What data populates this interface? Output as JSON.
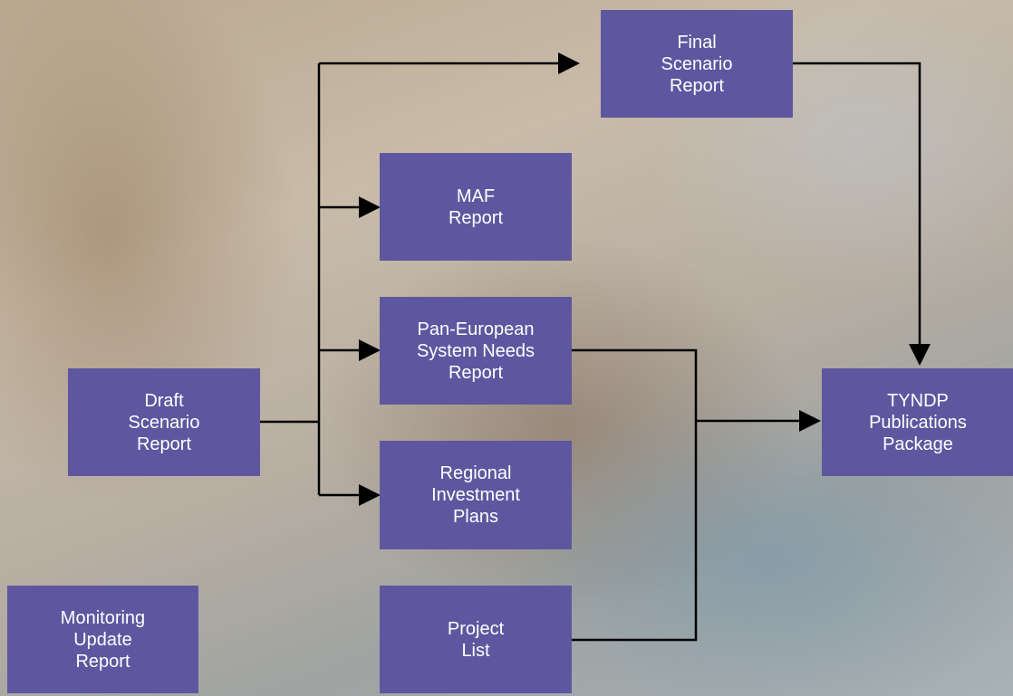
{
  "nodes": {
    "final_scenario": "Final\nScenario\nReport",
    "maf": "MAF\nReport",
    "pan_european": "Pan-European\nSystem Needs\nReport",
    "regional": "Regional\nInvestment\nPlans",
    "project_list": "Project\nList",
    "draft_scenario": "Draft\nScenario\nReport",
    "tyndp": "TYNDP\nPublications\nPackage",
    "monitoring": "Monitoring\nUpdate\nReport"
  },
  "colors": {
    "node_fill": "#5e57a0",
    "node_text": "#ffffff",
    "edge": "#000000"
  }
}
